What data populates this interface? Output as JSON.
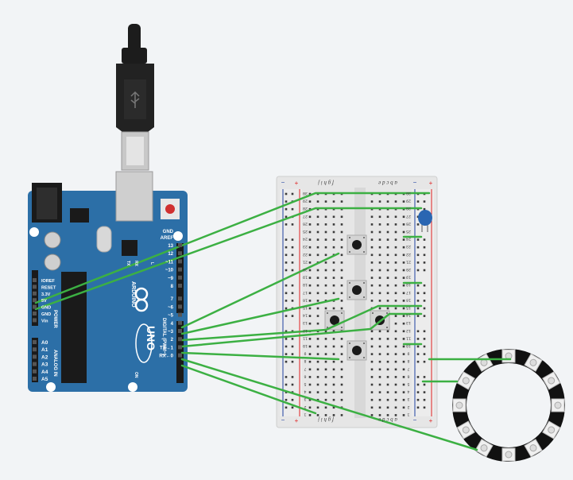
{
  "canvas": {
    "background": "#f2f4f6"
  },
  "colors": {
    "board": "#2c6fa7",
    "board_dark": "#1f5a8c",
    "wire": "#3cb043",
    "rail_red": "#e02020",
    "rail_blue": "#1e3fa0",
    "breadboard": "#e6e6e6",
    "led_ring": "#111111",
    "capacitor": "#2a66b2"
  },
  "arduino": {
    "brand": "ARDUINO",
    "model": "UNO",
    "on_label": "ON",
    "digital_label": "DIGITAL (PWM~)",
    "analog_label": "ANALOG IN",
    "power_label": "POWER",
    "tx_label": "TX",
    "rx_label": "RX",
    "l_label": "L",
    "aref_label": "AREF",
    "gnd_label": "GND",
    "digital_pins": [
      "13",
      "12",
      "~11",
      "~10",
      "~9",
      "8",
      "7",
      "~6",
      "~5",
      "4",
      "~3",
      "2",
      "TX→1",
      "RX←0"
    ],
    "power_pins": [
      "IOREF",
      "RESET",
      "3.3V",
      "5V",
      "GND",
      "GND",
      "Vin"
    ],
    "analog_pins": [
      "A0",
      "A1",
      "A2",
      "A3",
      "A4",
      "A5"
    ]
  },
  "breadboard": {
    "top_cols_left": "f g h i j",
    "top_cols_right": "a b c d e",
    "rail_minus": "−",
    "rail_plus": "+",
    "rows": [
      "30",
      "29",
      "28",
      "27",
      "26",
      "25",
      "24",
      "23",
      "22",
      "21",
      "20",
      "19",
      "18",
      "17",
      "16",
      "15",
      "14",
      "13",
      "12",
      "11",
      "10",
      "9",
      "8",
      "7",
      "6",
      "5",
      "4",
      "3",
      "2",
      "1"
    ]
  },
  "components": {
    "pushbuttons": 5,
    "neopixel_ring_leds": 12,
    "capacitor": 1
  }
}
